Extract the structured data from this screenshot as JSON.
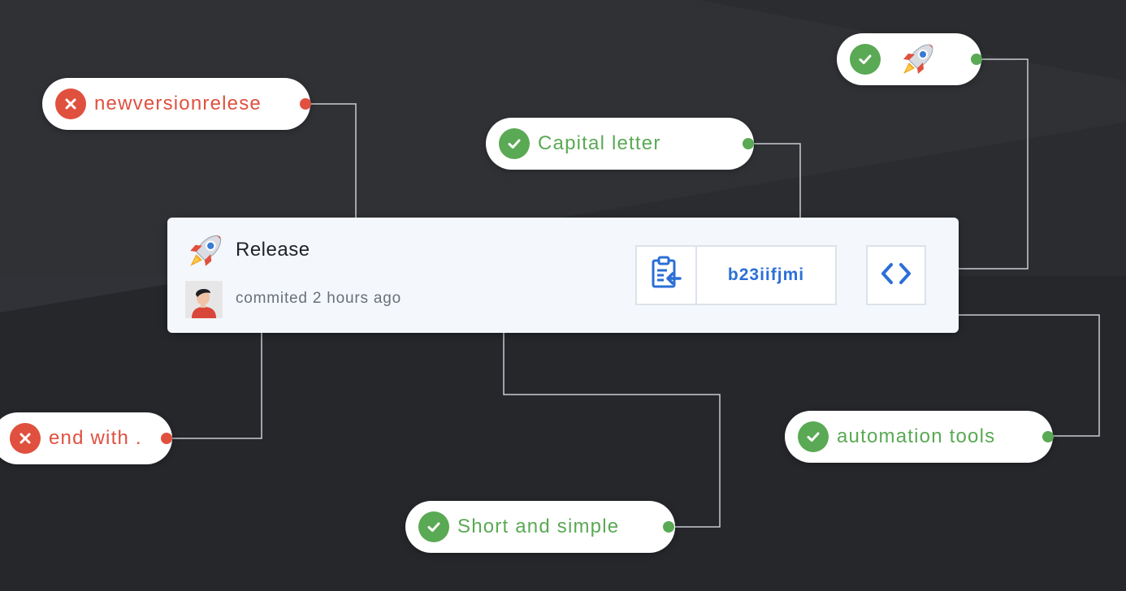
{
  "card": {
    "title": "Release",
    "subtitle": "commited 2 hours ago",
    "commit_hash": "b23iifjmi",
    "icon": "rocket-icon"
  },
  "checks": [
    {
      "label": "newversionrelese",
      "status": "fail"
    },
    {
      "label": "Capital letter",
      "status": "pass"
    },
    {
      "label": "",
      "status": "pass",
      "icon": "rocket-icon"
    },
    {
      "label": "end with .",
      "status": "fail"
    },
    {
      "label": "Short and simple",
      "status": "pass"
    },
    {
      "label": "automation tools",
      "status": "pass"
    }
  ],
  "colors": {
    "pass": "#5aa954",
    "fail": "#e0503f",
    "accent": "#2b6fd6",
    "background": "#25272b",
    "card": "#f4f7fb"
  }
}
